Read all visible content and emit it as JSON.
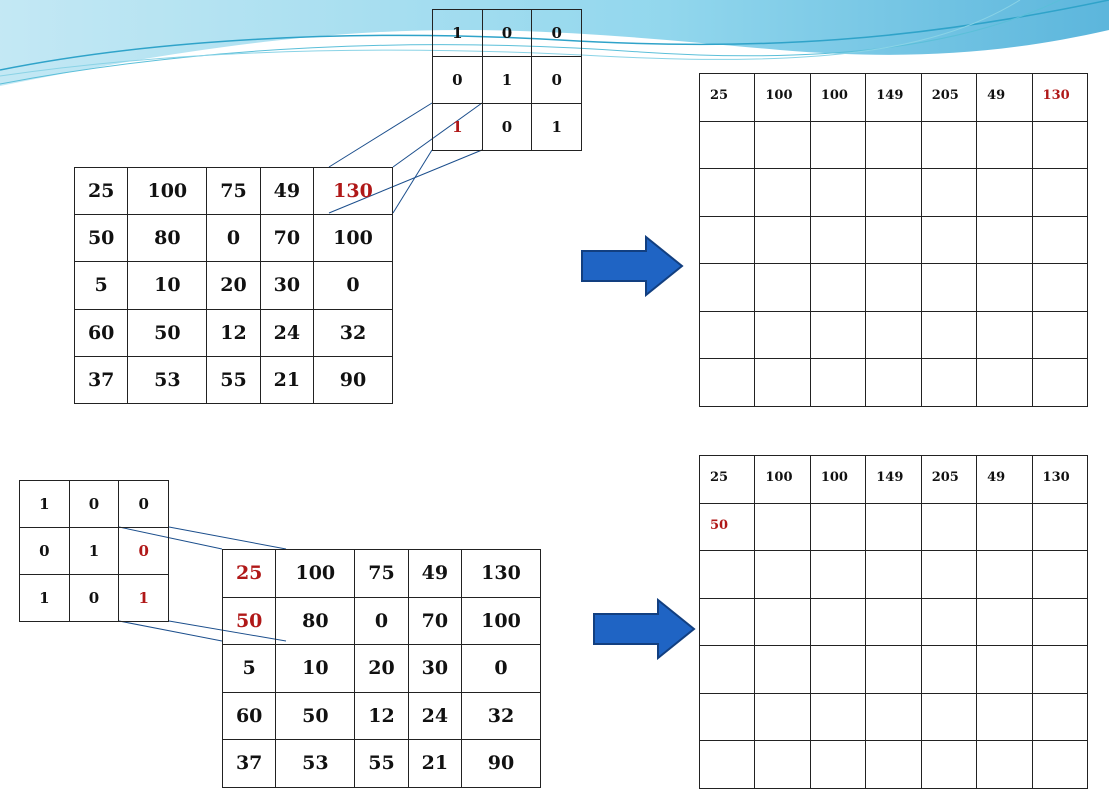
{
  "colors": {
    "highlight": "#b01818",
    "arrow": "#1f64c4",
    "wave": "#5bc0de"
  },
  "icons": [
    "right-arrow-icon",
    "wave-decoration"
  ],
  "top_example": {
    "kernel": [
      [
        "1",
        "0",
        "0"
      ],
      [
        "0",
        "1",
        "0"
      ],
      [
        "1",
        "0",
        "1"
      ]
    ],
    "input": [
      [
        "25",
        "100",
        "75",
        "49",
        "130"
      ],
      [
        "50",
        "80",
        "0",
        "70",
        "100"
      ],
      [
        "5",
        "10",
        "20",
        "30",
        "0"
      ],
      [
        "60",
        "50",
        "12",
        "24",
        "32"
      ],
      [
        "37",
        "53",
        "55",
        "21",
        "90"
      ]
    ],
    "output_first_row": [
      "25",
      "100",
      "100",
      "149",
      "205",
      "49",
      "130"
    ],
    "output_second_row": []
  },
  "bottom_example": {
    "kernel": [
      [
        "1",
        "0",
        "0"
      ],
      [
        "0",
        "1",
        "0"
      ],
      [
        "1",
        "0",
        "1"
      ]
    ],
    "input": [
      [
        "25",
        "100",
        "75",
        "49",
        "130"
      ],
      [
        "50",
        "80",
        "0",
        "70",
        "100"
      ],
      [
        "5",
        "10",
        "20",
        "30",
        "0"
      ],
      [
        "60",
        "50",
        "12",
        "24",
        "32"
      ],
      [
        "37",
        "53",
        "55",
        "21",
        "90"
      ]
    ],
    "output_first_row": [
      "25",
      "100",
      "100",
      "149",
      "205",
      "49",
      "130"
    ],
    "output_second_row": [
      "50"
    ]
  }
}
